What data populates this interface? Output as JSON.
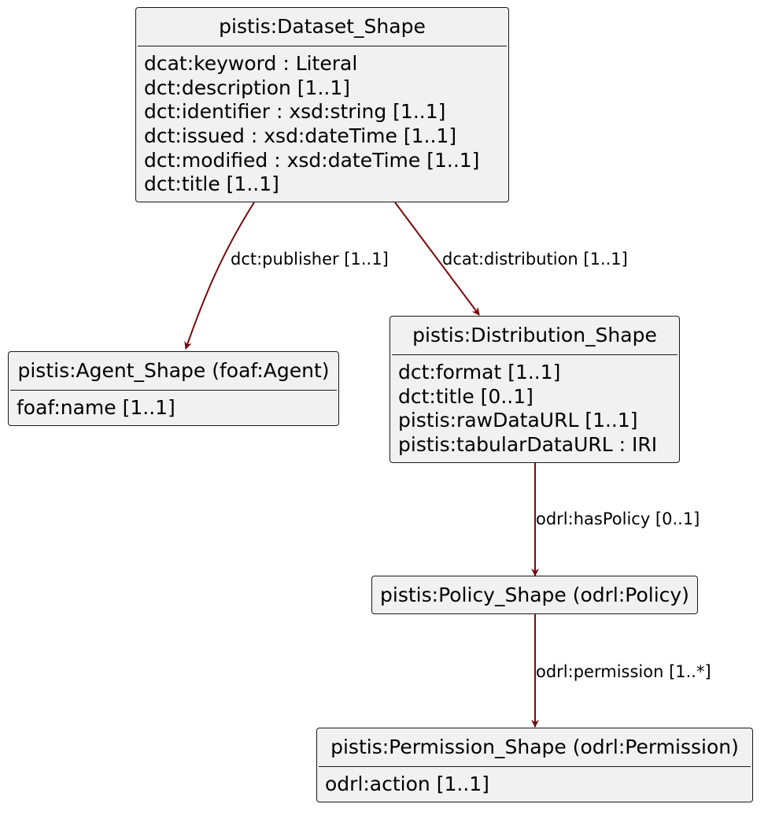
{
  "colors": {
    "node_fill": "#f1f1f1",
    "node_border": "#181818",
    "edge": "#7a0a0a"
  },
  "nodes": {
    "dataset": {
      "title": "pistis:Dataset_Shape",
      "attributes": [
        "dcat:keyword : Literal",
        "dct:description [1..1]",
        "dct:identifier : xsd:string [1..1]",
        "dct:issued : xsd:dateTime [1..1]",
        "dct:modified : xsd:dateTime [1..1]",
        "dct:title [1..1]"
      ]
    },
    "agent": {
      "title": "pistis:Agent_Shape (foaf:Agent)",
      "attributes": [
        "foaf:name [1..1]"
      ]
    },
    "distribution": {
      "title": "pistis:Distribution_Shape",
      "attributes": [
        "dct:format [1..1]",
        "dct:title [0..1]",
        "pistis:rawDataURL [1..1]",
        "pistis:tabularDataURL : IRI"
      ]
    },
    "policy": {
      "title": "pistis:Policy_Shape (odrl:Policy)",
      "attributes": []
    },
    "permission": {
      "title": "pistis:Permission_Shape (odrl:Permission)",
      "attributes": [
        "odrl:action [1..1]"
      ]
    }
  },
  "edges": {
    "publisher": {
      "label": "dct:publisher [1..1]"
    },
    "distribution": {
      "label": "dcat:distribution [1..1]"
    },
    "has_policy": {
      "label": "odrl:hasPolicy [0..1]"
    },
    "permission": {
      "label": "odrl:permission [1..*]"
    }
  }
}
